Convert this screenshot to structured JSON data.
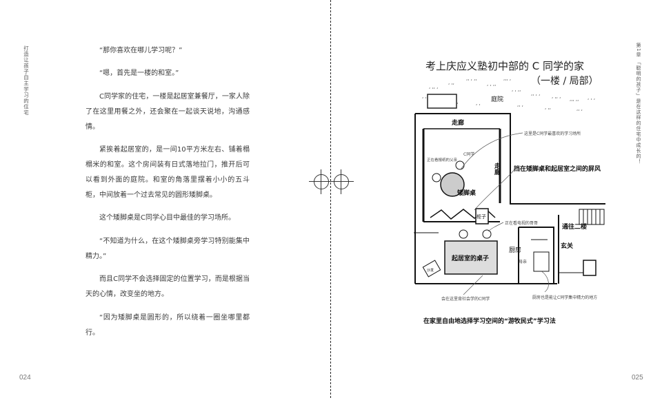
{
  "left_page": {
    "running_head": "打造让孩子自主学习的住宅",
    "page_number": "024",
    "paragraphs": [
      "“那你喜欢在哪儿学习呢？”",
      "“嗯，首先是一楼的和室。”",
      "C同学家的住宅，一楼是起居室兼餐厅，一家人除了在这里用餐之外，还会聚在一起谈天说地，沟通感情。",
      "紧挨着起居室的，是一间10平方米左右、铺着榻榻米的和室。这个房间装有日式落地拉门，推开后可以看到外面的庭院。和室的角落里摆着小小的五斗柜，中间放着一个过去常见的圆形矮脚桌。",
      "这个矮脚桌是C同学心目中最佳的学习场所。",
      "“不知道为什么，在这个矮脚桌旁学习特别能集中精力。”",
      "而且C同学不会选择固定的位置学习，而是根据当天的心情，改变坐的地方。",
      "“因为矮脚桌是圆形的，所以绕着一圈坐哪里都行。"
    ]
  },
  "right_page": {
    "running_head": "第1章 「聪明的孩子」是在这样的住宅中成长的！",
    "page_number": "025",
    "figure": {
      "title": "考上庆应义塾初中部的 C 同学的家",
      "subtitle": "（一楼 / 局部）",
      "caption": "在家里自由地选择学习空间的“游牧民式”学习法",
      "labels": {
        "garden": "庭院",
        "corridor_top": "走廊",
        "corridor_side": "走廊",
        "low_table": "矮脚桌",
        "cabinet": "柜子",
        "living_table": "起居室的桌子",
        "kitchen": "厨房",
        "mother": "母亲",
        "to_second_floor": "通往二楼",
        "entrance": "玄关",
        "sofa": "沙发"
      },
      "annotations": {
        "best_spot": "这里是C同学最喜欢的学习场所",
        "c_student": "C同学",
        "father_sleeping": "正在看报纸的父亲",
        "screen": "挡在矮脚桌和起居室之间的屏风",
        "brother_tv": "正在看电视的哥哥",
        "social_studies": "会在这里背社会学的C同学",
        "kitchen_focus": "厨房也是能让C同学集中精力的地方"
      }
    }
  }
}
